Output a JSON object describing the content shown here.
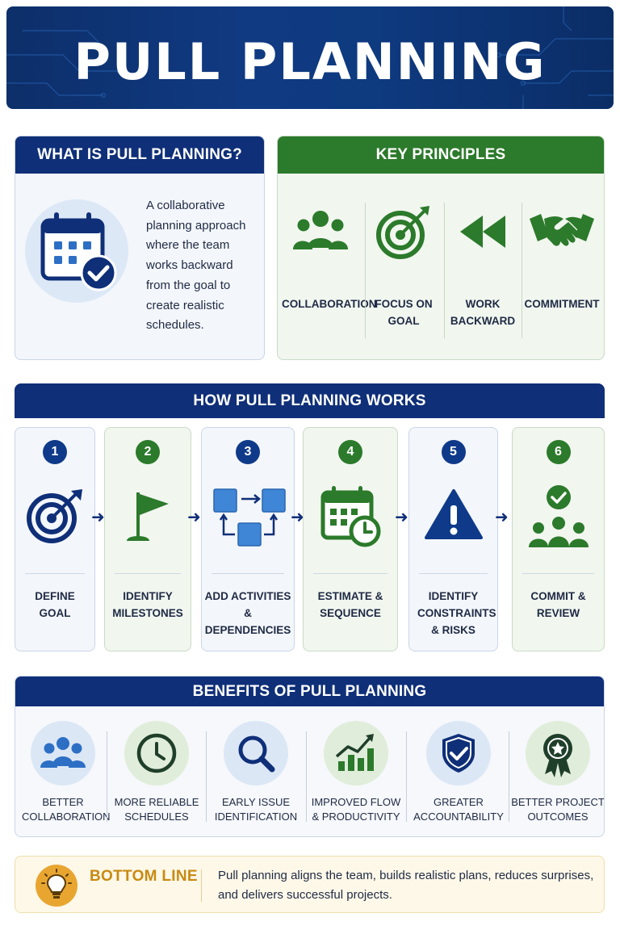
{
  "title": "PULL PLANNING",
  "what_is": {
    "heading": "WHAT IS PULL PLANNING?",
    "description": "A collaborative planning approach where the team works backward from the goal to create realistic schedules.",
    "icon": "calendar-check-icon"
  },
  "key_principles": {
    "heading": "KEY PRINCIPLES",
    "items": [
      {
        "label": "COLLABORATION",
        "icon": "people-group-icon"
      },
      {
        "label": "FOCUS ON GOAL",
        "icon": "target-icon"
      },
      {
        "label": "WORK BACKWARD",
        "icon": "rewind-icon"
      },
      {
        "label": "COMMITMENT",
        "icon": "handshake-icon"
      }
    ]
  },
  "how_it_works": {
    "heading": "HOW PULL PLANNING WORKS",
    "steps": [
      {
        "number": "1",
        "label": "DEFINE GOAL",
        "icon": "target-arrow-icon"
      },
      {
        "number": "2",
        "label": "IDENTIFY MILESTONES",
        "icon": "flag-icon"
      },
      {
        "number": "3",
        "label": "ADD ACTIVITIES & DEPENDENCIES",
        "icon": "dependencies-icon"
      },
      {
        "number": "4",
        "label": "ESTIMATE & SEQUENCE",
        "icon": "calendar-clock-icon"
      },
      {
        "number": "5",
        "label": "IDENTIFY CONSTRAINTS & RISKS",
        "icon": "warning-icon"
      },
      {
        "number": "6",
        "label": "COMMIT & REVIEW",
        "icon": "team-check-icon"
      }
    ],
    "arrow": "➜"
  },
  "benefits": {
    "heading": "BENEFITS OF PULL PLANNING",
    "items": [
      {
        "label": "BETTER COLLABORATION",
        "icon": "people-group-icon"
      },
      {
        "label": "MORE RELIABLE SCHEDULES",
        "icon": "clock-icon"
      },
      {
        "label": "EARLY ISSUE IDENTIFICATION",
        "icon": "magnifier-icon"
      },
      {
        "label": "IMPROVED FLOW & PRODUCTIVITY",
        "icon": "growth-chart-icon"
      },
      {
        "label": "GREATER ACCOUNTABILITY",
        "icon": "shield-check-icon"
      },
      {
        "label": "BETTER PROJECT OUTCOMES",
        "icon": "award-icon"
      }
    ]
  },
  "bottom_line": {
    "heading": "BOTTOM LINE",
    "text": "Pull planning aligns the team, builds realistic plans, reduces surprises, and delivers successful projects.",
    "icon": "lightbulb-icon"
  },
  "colors": {
    "navy": "#0f2f78",
    "green": "#2c7a2b",
    "gold": "#c98a12"
  }
}
